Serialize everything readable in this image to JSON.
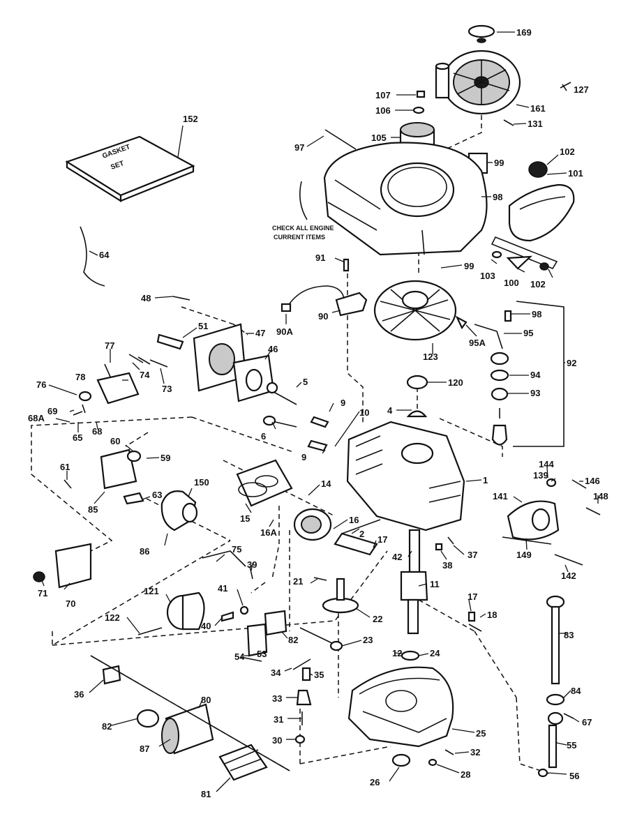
{
  "gasket_set_text": [
    "GASKET",
    "SET"
  ],
  "shroud_note": [
    "CHECK ALL ENGINE",
    "CURRENT ITEMS"
  ],
  "labels": [
    {
      "id": "p-169",
      "text": "169"
    },
    {
      "id": "p-107",
      "text": "107"
    },
    {
      "id": "p-127",
      "text": "127"
    },
    {
      "id": "p-106",
      "text": "106"
    },
    {
      "id": "p-161",
      "text": "161"
    },
    {
      "id": "p-131",
      "text": "131"
    },
    {
      "id": "p-152",
      "text": "152"
    },
    {
      "id": "p-105",
      "text": "105"
    },
    {
      "id": "p-97",
      "text": "97"
    },
    {
      "id": "p-99a",
      "text": "99"
    },
    {
      "id": "p-102a",
      "text": "102"
    },
    {
      "id": "p-101",
      "text": "101"
    },
    {
      "id": "p-98",
      "text": "98"
    },
    {
      "id": "p-91",
      "text": "91"
    },
    {
      "id": "p-64",
      "text": "64"
    },
    {
      "id": "p-99b",
      "text": "99"
    },
    {
      "id": "p-103",
      "text": "103"
    },
    {
      "id": "p-100",
      "text": "100"
    },
    {
      "id": "p-102b",
      "text": "102"
    },
    {
      "id": "p-48",
      "text": "48"
    },
    {
      "id": "p-90",
      "text": "90"
    },
    {
      "id": "p-90a",
      "text": "90A"
    },
    {
      "id": "p-98b",
      "text": "98"
    },
    {
      "id": "p-51",
      "text": "51"
    },
    {
      "id": "p-47",
      "text": "47"
    },
    {
      "id": "p-95",
      "text": "95"
    },
    {
      "id": "p-95a",
      "text": "95A"
    },
    {
      "id": "p-46",
      "text": "46"
    },
    {
      "id": "p-123",
      "text": "123"
    },
    {
      "id": "p-77",
      "text": "77"
    },
    {
      "id": "p-74",
      "text": "74"
    },
    {
      "id": "p-92",
      "text": "92"
    },
    {
      "id": "p-78",
      "text": "78"
    },
    {
      "id": "p-73",
      "text": "73"
    },
    {
      "id": "p-94",
      "text": "94"
    },
    {
      "id": "p-5",
      "text": "5"
    },
    {
      "id": "p-120",
      "text": "120"
    },
    {
      "id": "p-76",
      "text": "76"
    },
    {
      "id": "p-93",
      "text": "93"
    },
    {
      "id": "p-69",
      "text": "69"
    },
    {
      "id": "p-9a",
      "text": "9"
    },
    {
      "id": "p-68a",
      "text": "68A"
    },
    {
      "id": "p-4",
      "text": "4"
    },
    {
      "id": "p-65",
      "text": "65"
    },
    {
      "id": "p-68",
      "text": "68"
    },
    {
      "id": "p-10",
      "text": "10"
    },
    {
      "id": "p-6",
      "text": "6"
    },
    {
      "id": "p-60",
      "text": "60"
    },
    {
      "id": "p-9b",
      "text": "9"
    },
    {
      "id": "p-59",
      "text": "59"
    },
    {
      "id": "p-1",
      "text": "1"
    },
    {
      "id": "p-144",
      "text": "144"
    },
    {
      "id": "p-61",
      "text": "61"
    },
    {
      "id": "p-139",
      "text": "139"
    },
    {
      "id": "p-146",
      "text": "146"
    },
    {
      "id": "p-63",
      "text": "63"
    },
    {
      "id": "p-150",
      "text": "150"
    },
    {
      "id": "p-14",
      "text": "14"
    },
    {
      "id": "p-141",
      "text": "141"
    },
    {
      "id": "p-148",
      "text": "148"
    },
    {
      "id": "p-85",
      "text": "85"
    },
    {
      "id": "p-15",
      "text": "15"
    },
    {
      "id": "p-16",
      "text": "16"
    },
    {
      "id": "p-16a",
      "text": "16A"
    },
    {
      "id": "p-2",
      "text": "2"
    },
    {
      "id": "p-17a",
      "text": "17"
    },
    {
      "id": "p-86",
      "text": "86"
    },
    {
      "id": "p-42",
      "text": "42"
    },
    {
      "id": "p-149",
      "text": "149"
    },
    {
      "id": "p-38",
      "text": "38"
    },
    {
      "id": "p-37",
      "text": "37"
    },
    {
      "id": "p-75",
      "text": "75"
    },
    {
      "id": "p-39",
      "text": "39"
    },
    {
      "id": "p-142",
      "text": "142"
    },
    {
      "id": "p-71",
      "text": "71"
    },
    {
      "id": "p-70",
      "text": "70"
    },
    {
      "id": "p-21",
      "text": "21"
    },
    {
      "id": "p-11",
      "text": "11"
    },
    {
      "id": "p-41",
      "text": "41"
    },
    {
      "id": "p-121",
      "text": "121"
    },
    {
      "id": "p-17b",
      "text": "17"
    },
    {
      "id": "p-18",
      "text": "18"
    },
    {
      "id": "p-22",
      "text": "22"
    },
    {
      "id": "p-83",
      "text": "83"
    },
    {
      "id": "p-40",
      "text": "40"
    },
    {
      "id": "p-122",
      "text": "122"
    },
    {
      "id": "p-82b",
      "text": "82"
    },
    {
      "id": "p-23",
      "text": "23"
    },
    {
      "id": "p-84",
      "text": "84"
    },
    {
      "id": "p-53",
      "text": "53"
    },
    {
      "id": "p-12",
      "text": "12"
    },
    {
      "id": "p-24",
      "text": "24"
    },
    {
      "id": "p-34",
      "text": "34"
    },
    {
      "id": "p-35",
      "text": "35"
    },
    {
      "id": "p-36",
      "text": "36"
    },
    {
      "id": "p-54",
      "text": "54"
    },
    {
      "id": "p-80",
      "text": "80"
    },
    {
      "id": "p-33",
      "text": "33"
    },
    {
      "id": "p-67",
      "text": "67"
    },
    {
      "id": "p-82a",
      "text": "82"
    },
    {
      "id": "p-31",
      "text": "31"
    },
    {
      "id": "p-25",
      "text": "25"
    },
    {
      "id": "p-30",
      "text": "30"
    },
    {
      "id": "p-55",
      "text": "55"
    },
    {
      "id": "p-87",
      "text": "87"
    },
    {
      "id": "p-32",
      "text": "32"
    },
    {
      "id": "p-28",
      "text": "28"
    },
    {
      "id": "p-81",
      "text": "81"
    },
    {
      "id": "p-26",
      "text": "26"
    },
    {
      "id": "p-56",
      "text": "56"
    }
  ]
}
